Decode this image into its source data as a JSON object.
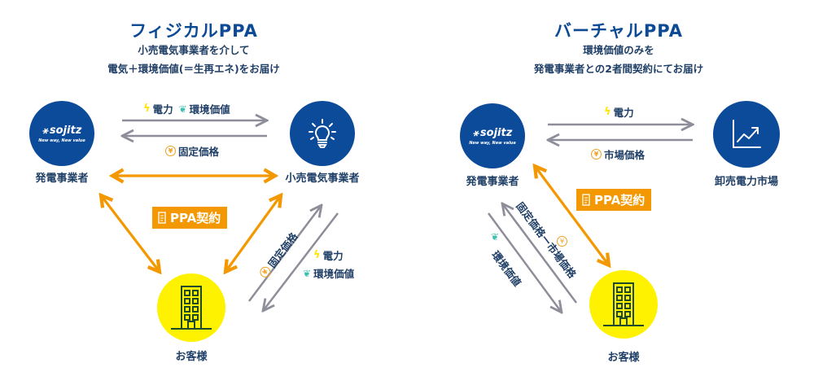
{
  "colors": {
    "brand_blue": "#0c4a9a",
    "text_navy": "#1f3f66",
    "contract_orange": "#f39800",
    "customer_yellow": "#fff200",
    "flow_gray": "#8e8e9a",
    "power_yellow": "#ffe500",
    "env_teal": "#3bbfb0",
    "yen_orange": "#f0a020"
  },
  "physical": {
    "title": "フィジカルPPA",
    "subtitle_line1": "小売電気事業者を介して",
    "subtitle_line2": "電気＋環境価値(＝生再エネ)をお届け",
    "nodes": {
      "generator": {
        "label": "発電事業者",
        "logo_name": "sojitz",
        "logo_tagline": "New way, New value",
        "icon": "sojitz-logo-icon"
      },
      "retailer": {
        "label": "小売電気事業者",
        "icon": "lightbulb-icon"
      },
      "customer": {
        "label": "お客様",
        "icon": "building-icon"
      }
    },
    "flows": {
      "top_forward": {
        "power_label": "電力",
        "env_label": "環境価値"
      },
      "top_back": {
        "yen_label": "固定価格"
      },
      "right_up": {
        "yen_label": "固定価格"
      },
      "right_down": {
        "power_label": "電力",
        "env_label": "環境価値"
      }
    },
    "contract_badge": "PPA契約"
  },
  "virtual": {
    "title": "バーチャルPPA",
    "subtitle_line1": "環境価値のみを",
    "subtitle_line2": "発電事業者との2者間契約にてお届け",
    "nodes": {
      "generator": {
        "label": "発電事業者",
        "logo_name": "sojitz",
        "logo_tagline": "New way, New value",
        "icon": "sojitz-logo-icon"
      },
      "market": {
        "label": "卸売電力市場",
        "icon": "chart-trend-icon"
      },
      "customer": {
        "label": "お客様",
        "icon": "building-icon"
      }
    },
    "flows": {
      "top_forward": {
        "power_label": "電力"
      },
      "top_back": {
        "yen_label": "市場価格"
      },
      "diag_up": {
        "yen_label": "固定価格ー市場価格"
      },
      "diag_down": {
        "env_label": "環境価値"
      }
    },
    "contract_badge": "PPA契約"
  },
  "icons": {
    "power": "lightning-bolt",
    "environment": "leaf",
    "yen": "yen-coin",
    "document": "document"
  }
}
